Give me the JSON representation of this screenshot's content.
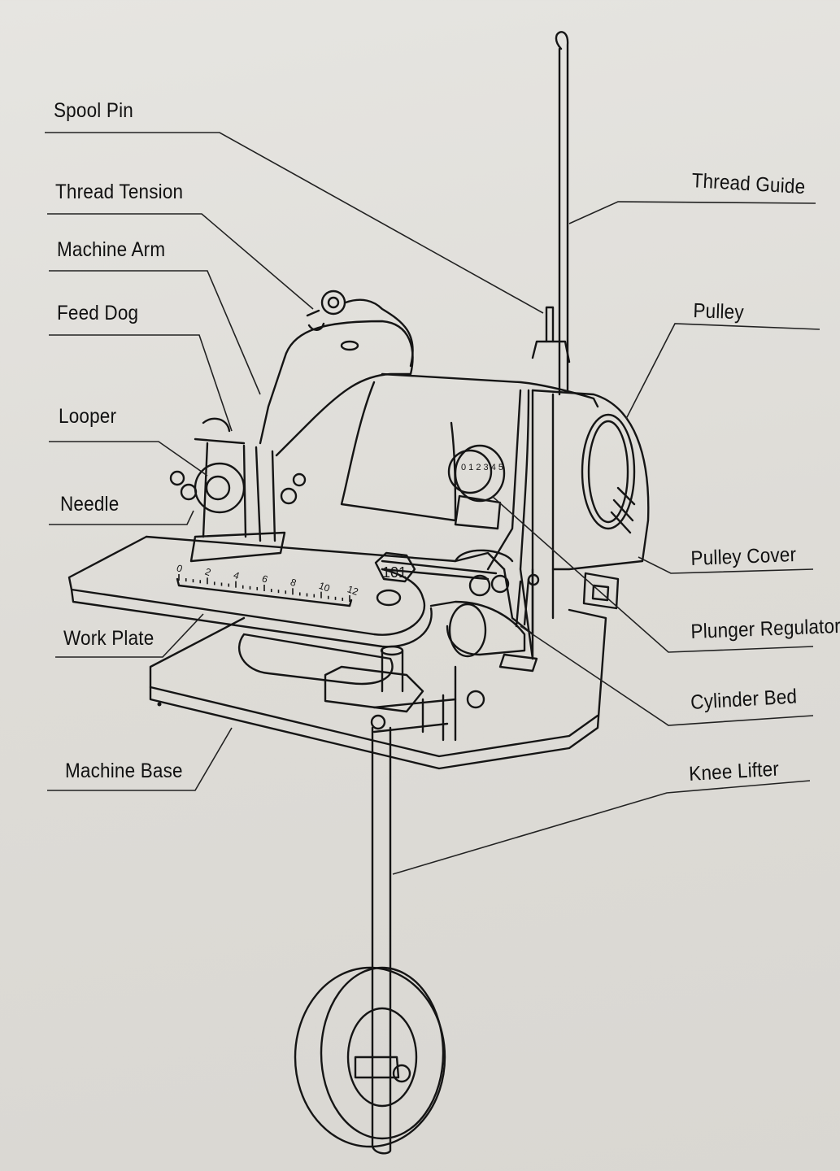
{
  "diagram": {
    "labels_left": [
      "Spool  Pin",
      "Thread Tension",
      "Machine Arm",
      "Feed Dog",
      "Looper",
      "Needle",
      "Work Plate",
      "Machine Base"
    ],
    "labels_right": [
      "Thread Guide",
      "Pulley",
      "Pulley Cover",
      "Plunger  Regulator",
      "Cylinder  Bed",
      "Knee  Lifter"
    ],
    "scale_ticks": [
      "0",
      "2",
      "4",
      "6",
      "8",
      "10",
      "12"
    ],
    "dial_number": "101",
    "stitch_dial_digits": [
      "0",
      "1",
      "2",
      "3",
      "4",
      "5"
    ],
    "ink_color": "#151515",
    "paper_color": "#e2e1dd"
  }
}
